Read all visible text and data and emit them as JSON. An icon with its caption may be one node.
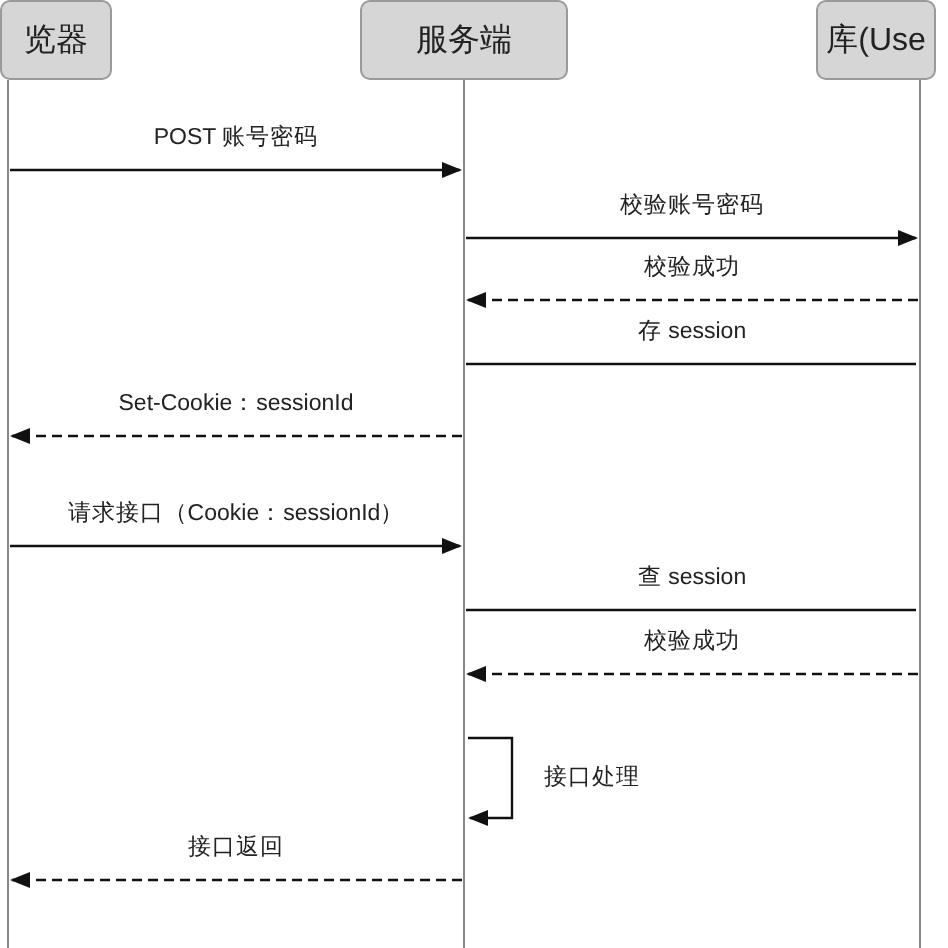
{
  "diagram": {
    "nodes": [
      {
        "text": [
          "览器"
        ]
      },
      {
        "text": [
          "服务端"
        ]
      },
      {
        "text": [
          "库(Use"
        ]
      }
    ],
    "edges": [
      {
        "from": 0,
        "to": 1,
        "arrow": "to",
        "label": "POST 账号密码"
      },
      {
        "from": 1,
        "to": 2,
        "arrow": "to",
        "label": "校验账号密码"
      },
      {
        "from": 2,
        "to": 1,
        "arrow": "to",
        "label": "校验成功",
        "style": "dashed"
      },
      {
        "from": 1,
        "to": 2,
        "arrow": "none",
        "label": "存 session"
      },
      {
        "from": 1,
        "to": 0,
        "arrow": "to",
        "label": "Set-Cookie：sessionId",
        "style": "dashed"
      },
      {
        "from": 0,
        "to": 1,
        "arrow": "to",
        "label": "请求接口（Cookie：sessionId）"
      },
      {
        "from": 1,
        "to": 2,
        "arrow": "none",
        "label": "查 session"
      },
      {
        "from": 2,
        "to": 1,
        "arrow": "to",
        "label": "校验成功",
        "style": "dashed"
      },
      {
        "from": 1,
        "to": 1,
        "arrow": "to",
        "label": "接口处理"
      },
      {
        "from": 1,
        "to": 0,
        "arrow": "to",
        "label": "接口返回",
        "style": "dashed"
      }
    ]
  }
}
